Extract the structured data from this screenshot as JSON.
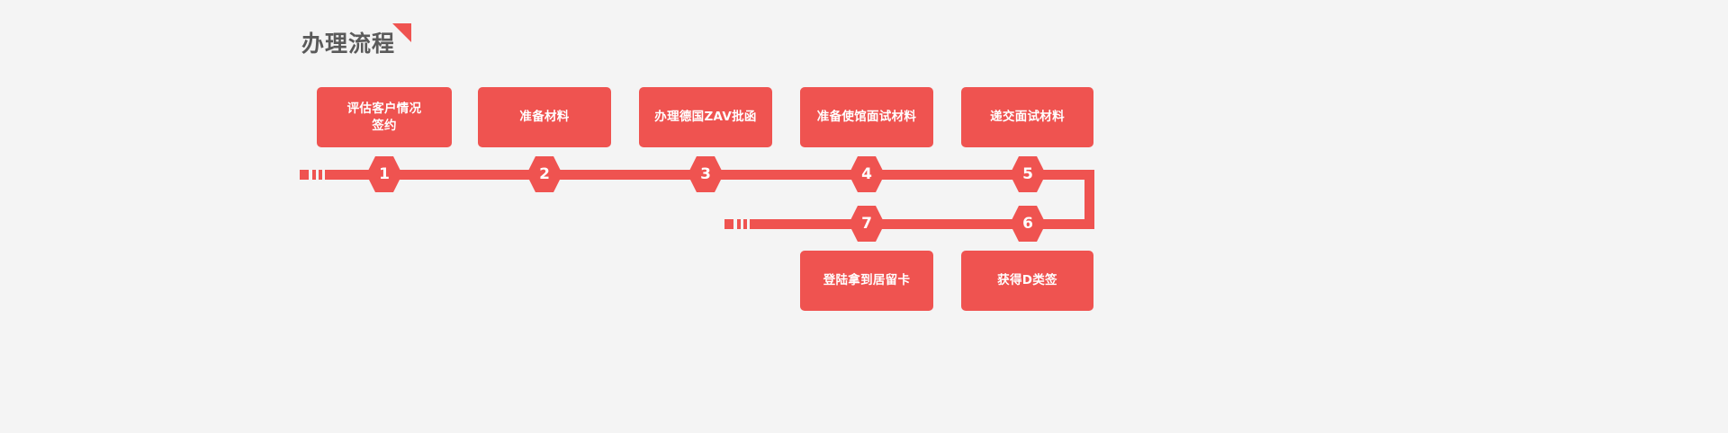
{
  "page": {
    "background_color": "#f4f4f4",
    "accent_color": "#ef5350",
    "title_color": "#5a5a5a"
  },
  "header": {
    "title": "办理流程",
    "corner_decoration": "triangle-corner-icon"
  },
  "flow": {
    "row1_steps": [
      {
        "number": "1",
        "label": "评估客户情况\n签约",
        "label_line1": "评估客户情况",
        "label_line2": "签约"
      },
      {
        "number": "2",
        "label": "准备材料"
      },
      {
        "number": "3",
        "label": "办理德国ZAV批函"
      },
      {
        "number": "4",
        "label": "准备使馆面试材料"
      },
      {
        "number": "5",
        "label": "递交面试材料"
      }
    ],
    "row2_steps": [
      {
        "number": "7",
        "label": "登陆拿到居留卡"
      },
      {
        "number": "6",
        "label": "获得D类签"
      }
    ],
    "markers_row1": [
      "1",
      "2",
      "3",
      "4",
      "5"
    ],
    "markers_row2": [
      "7",
      "6"
    ]
  }
}
